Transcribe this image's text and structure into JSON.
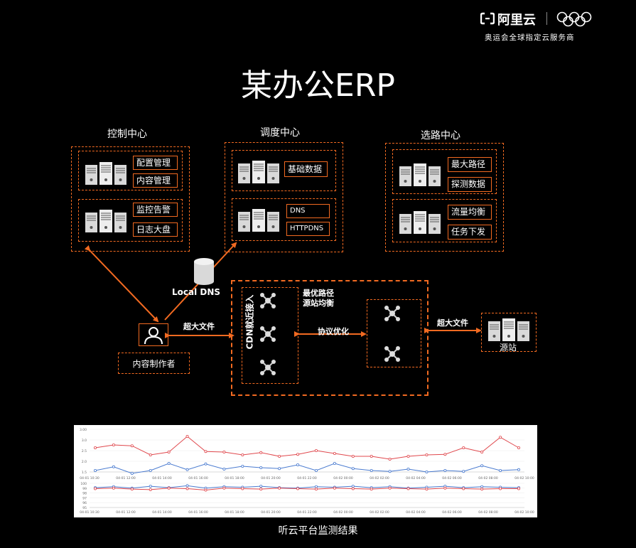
{
  "brand": {
    "name": "阿里云",
    "tagline": "奥运会全球指定云服务商"
  },
  "page_title": "某办公ERP",
  "control_center": {
    "title": "控制中心",
    "group1": [
      "配置管理",
      "内容管理"
    ],
    "group2": [
      "监控告警",
      "日志大盘"
    ]
  },
  "dispatch_center": {
    "title": "调度中心",
    "group1": [
      "基础数据"
    ],
    "group2": [
      "DNS",
      "HTTPDNS"
    ]
  },
  "route_center": {
    "title": "选路中心",
    "group1": [
      "最大路径",
      "探测数据"
    ],
    "group2": [
      "流量均衡",
      "任务下发"
    ]
  },
  "local_dns": "Local DNS",
  "creator": "内容制作者",
  "big_file_left": "超大文件",
  "cdn_access": "CDN就近接入",
  "optimal": [
    "最优路径",
    "源站均衡"
  ],
  "protocol": "协议优化",
  "big_file_right": "超大文件",
  "origin": "源站",
  "monitor_caption": "听云平台监测结果",
  "colors": {
    "accent": "#f26a21",
    "red_series": "#e0484d",
    "blue_series": "#4a7bd0"
  },
  "chart_data": {
    "type": "line",
    "x_ticks": [
      "04-01 10:30",
      "04-01 12:00",
      "04-01 14:00",
      "04-01 16:00",
      "04-01 18:00",
      "04-01 20:00",
      "04-01 22:00",
      "04-02 00:00",
      "04-02 02:00",
      "04-02 04:00",
      "04-02 06:00",
      "04-02 08:00",
      "04-02 10:00"
    ],
    "top": {
      "ylim": [
        1.5,
        3.0
      ],
      "y_ticks": [
        "3.00",
        "3.0",
        "2.5",
        "2.0",
        "1.5"
      ],
      "series": [
        {
          "values": [
            2.35,
            2.45,
            2.42,
            2.1,
            2.2,
            2.75,
            2.22,
            2.2,
            2.1,
            2.18,
            2.05,
            2.12,
            2.25,
            2.15,
            2.05,
            2.05,
            1.95,
            2.05,
            2.1,
            2.12,
            2.35,
            2.2,
            2.72,
            2.35
          ]
        },
        {
          "values": [
            1.55,
            1.68,
            1.45,
            1.55,
            1.8,
            1.58,
            1.78,
            1.6,
            1.7,
            1.65,
            1.62,
            1.75,
            1.55,
            1.8,
            1.62,
            1.55,
            1.52,
            1.6,
            1.5,
            1.55,
            1.52,
            1.72,
            1.55,
            1.58
          ]
        }
      ]
    },
    "bottom": {
      "ylim": [
        95,
        100
      ],
      "y_ticks": [
        "100",
        "99",
        "98",
        "97",
        "96",
        "95"
      ],
      "series": [
        {
          "values": [
            99.1,
            99.3,
            99.0,
            99.4,
            99.1,
            99.5,
            99.0,
            99.3,
            99.2,
            99.4,
            99.1,
            99.0,
            99.3,
            99.2,
            99.4,
            99.1,
            99.3,
            99.0,
            99.2,
            99.4,
            99.1,
            99.3,
            99.2,
            99.1
          ]
        },
        {
          "values": [
            98.9,
            99.0,
            98.8,
            98.7,
            99.0,
            98.9,
            98.6,
            99.0,
            98.9,
            98.8,
            99.0,
            98.9,
            98.8,
            99.0,
            98.9,
            98.8,
            99.0,
            98.9,
            98.8,
            99.0,
            98.9,
            98.8,
            98.9,
            98.9
          ]
        }
      ]
    }
  }
}
